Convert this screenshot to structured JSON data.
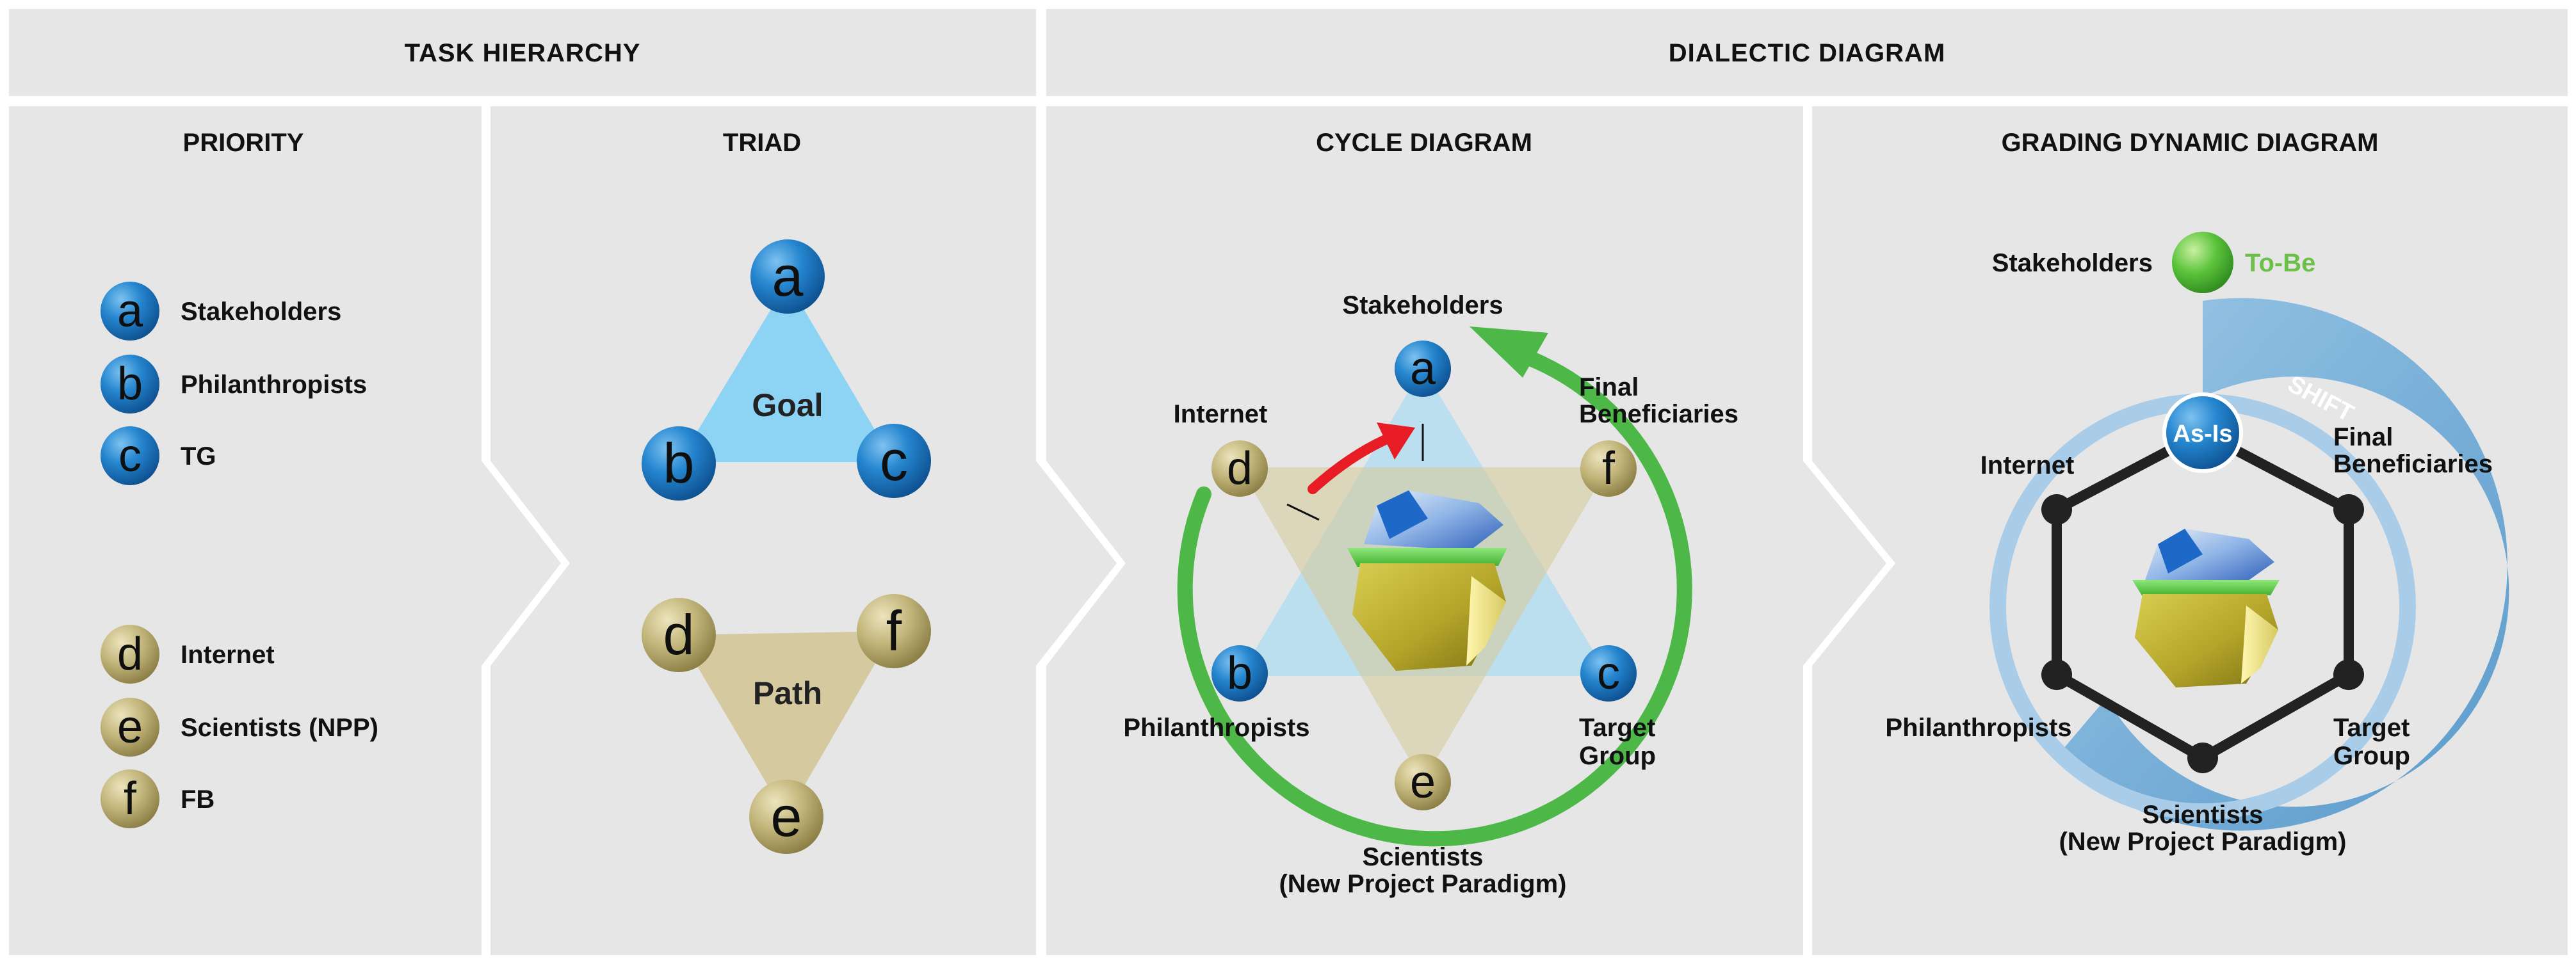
{
  "sections": {
    "task_hierarchy": "TASK HIERARCHY",
    "dialectic_diagram": "DIALECTIC DIAGRAM"
  },
  "panels": {
    "priority": "PRIORITY",
    "triad": "TRIAD",
    "cycle": "CYCLE DIAGRAM",
    "grading": "GRADING DYNAMIC DIAGRAM"
  },
  "priority": {
    "items": [
      {
        "letter": "a",
        "label": "Stakeholders",
        "color": "blue"
      },
      {
        "letter": "b",
        "label": "Philanthropists",
        "color": "blue"
      },
      {
        "letter": "c",
        "label": "TG",
        "color": "blue"
      },
      {
        "letter": "d",
        "label": "Internet",
        "color": "olive"
      },
      {
        "letter": "e",
        "label": "Scientists (NPP)",
        "color": "olive"
      },
      {
        "letter": "f",
        "label": "FB",
        "color": "olive"
      }
    ]
  },
  "triad": {
    "goal": {
      "label": "Goal",
      "letters": [
        "a",
        "b",
        "c"
      ]
    },
    "path": {
      "label": "Path",
      "letters": [
        "d",
        "f",
        "e"
      ]
    }
  },
  "cycle": {
    "letters": [
      "a",
      "b",
      "c",
      "d",
      "e",
      "f"
    ],
    "labels": {
      "a": "Stakeholders",
      "d": "Internet",
      "f_1": "Final",
      "f_2": "Beneficiaries",
      "b": "Philanthropists",
      "c_1": "Target",
      "c_2": "Group",
      "e_1": "Scientists",
      "e_2": "(New Project Paradigm)"
    }
  },
  "grading": {
    "stakeholders": "Stakeholders",
    "to_be": "To-Be",
    "as_is": "As-Is",
    "shift": "SHIFT",
    "internet": "Internet",
    "final_1": "Final",
    "final_2": "Beneficiaries",
    "philanthropists": "Philanthropists",
    "target_1": "Target",
    "target_2": "Group",
    "scientists_1": "Scientists",
    "scientists_2": "(New Project Paradigm)"
  },
  "colors": {
    "panel_bg": "#e6e6e6",
    "goal_triangle": "#8dd3f3",
    "path_triangle": "#d4c99f",
    "node_blue": "#1e7cc4",
    "node_olive": "#b9ad6e",
    "cycle_arrow": "#4db848",
    "red_arrow": "#e81c24",
    "to_be_text": "#6cc04a",
    "shift_band": "#7fb6da"
  }
}
